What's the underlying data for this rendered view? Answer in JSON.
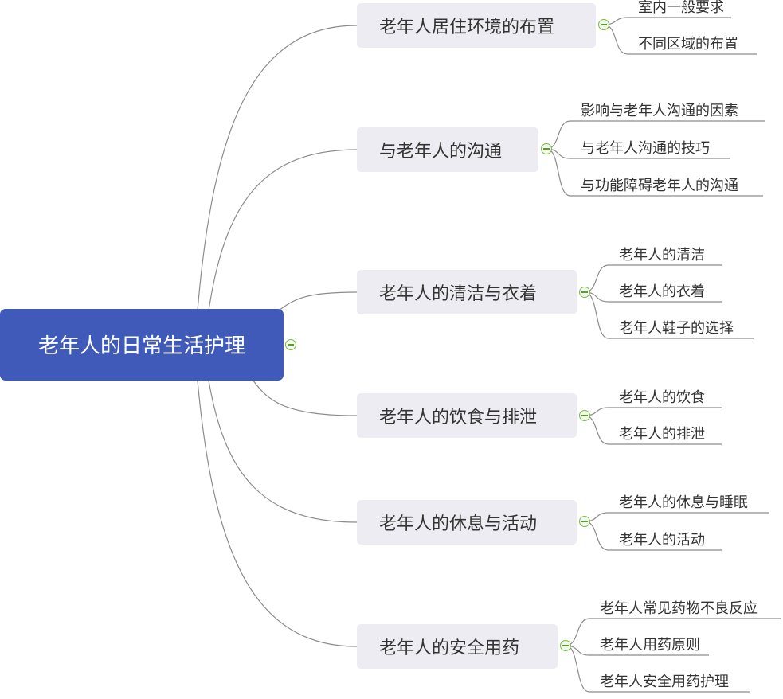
{
  "mindmap": {
    "root": "老年人的日常生活护理",
    "branches": [
      {
        "label": "老年人居住环境的布置",
        "children": [
          "室内一般要求",
          "不同区域的布置"
        ]
      },
      {
        "label": "与老年人的沟通",
        "children": [
          "影响与老年人沟通的因素",
          "与老年人沟通的技巧",
          "与功能障碍老年人的沟通"
        ]
      },
      {
        "label": "老年人的清洁与衣着",
        "children": [
          "老年人的清洁",
          "老年人的衣着",
          "老年人鞋子的选择"
        ]
      },
      {
        "label": "老年人的饮食与排泄",
        "children": [
          "老年人的饮食",
          "老年人的排泄"
        ]
      },
      {
        "label": "老年人的休息与活动",
        "children": [
          "老年人的休息与睡眠",
          "老年人的活动"
        ]
      },
      {
        "label": "老年人的安全用药",
        "children": [
          "老年人常见药物不良反应",
          "老年人用药原则",
          "老年人安全用药护理"
        ]
      }
    ]
  },
  "colors": {
    "root_fill": "#3f5ab9",
    "branch_fill": "#ececf2",
    "line": "#8c8c8c",
    "toggle": "#7cba4c"
  },
  "icons": {
    "toggle": "collapse-minus-icon"
  }
}
